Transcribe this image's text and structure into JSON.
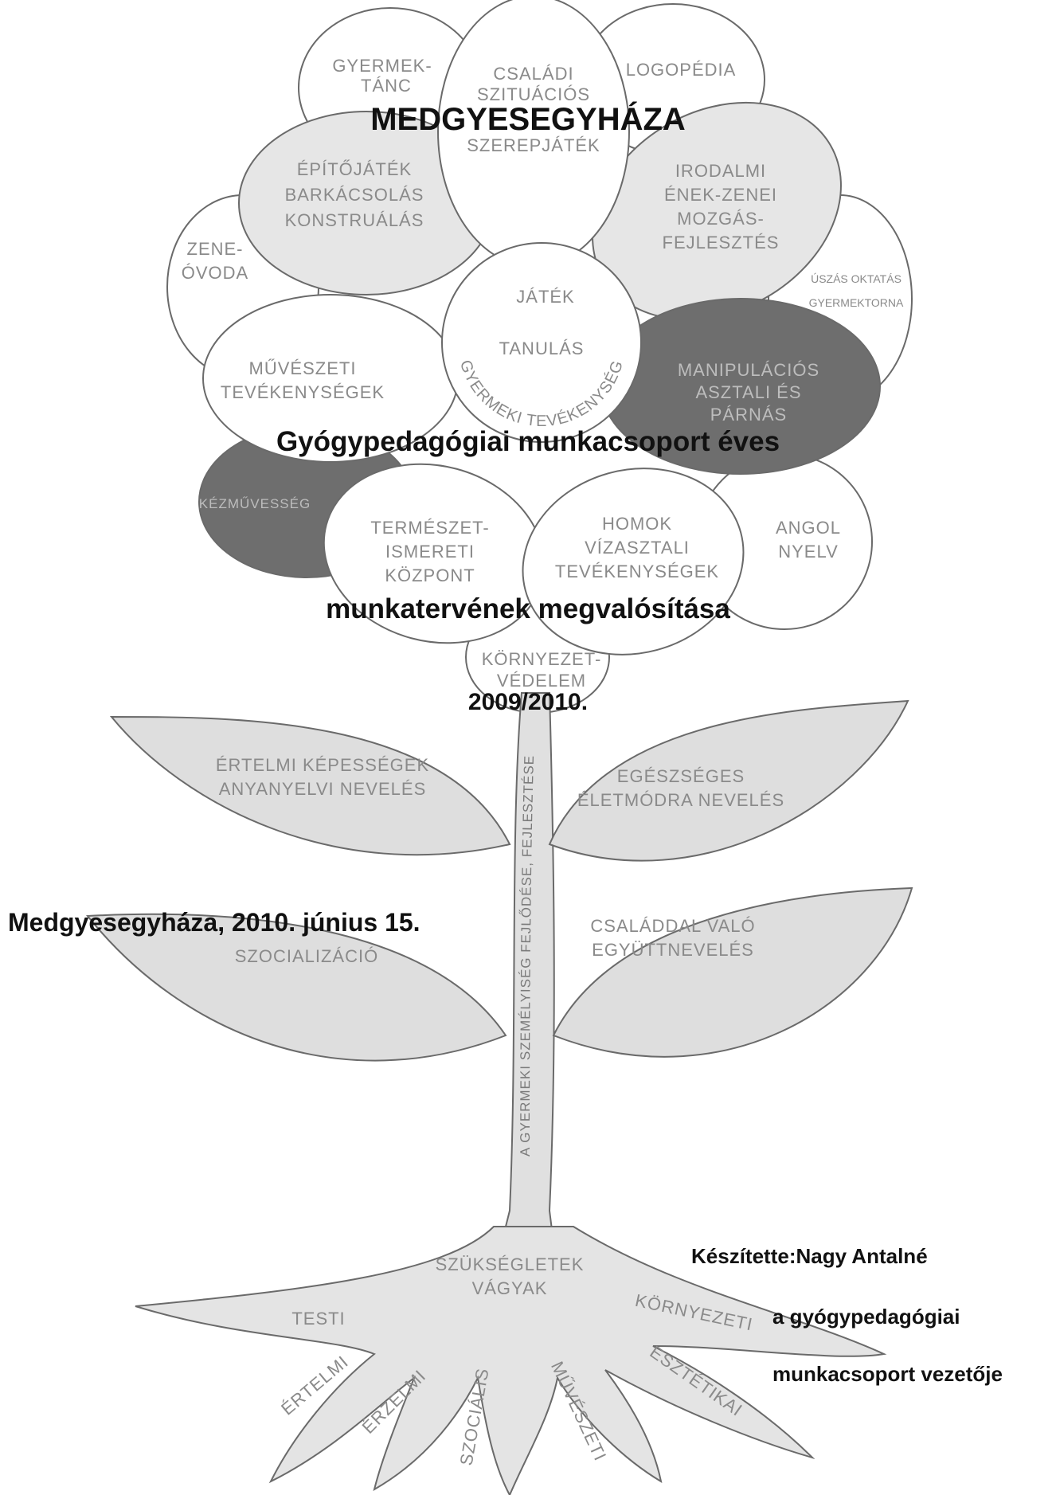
{
  "document": {
    "title": "MEDGYESEGYHÁZA",
    "subtitle_line1": "Gyógypedagógiai munkacsoport éves",
    "subtitle_line2": "munkatervének megvalósítása",
    "year": "2009/2010.",
    "place_date": "Medgyesegyháza, 2010. június 15.",
    "author": "Készítette:Nagy Antalné",
    "role_line1": "a gyógypedagógiai",
    "role_line2": "munkacsoport vezetője"
  },
  "flower": {
    "center": {
      "line1": "JÁTÉK",
      "line2": "TANULÁS",
      "arc": "GYERMEKI TEVÉKENYSÉG"
    },
    "petals": {
      "gyermektanc": [
        "GYERMEK-",
        "TÁNC"
      ],
      "csaladi": [
        "CSALÁDI",
        "SZITUÁCIÓS",
        "",
        "SZEREPJÁTÉK"
      ],
      "logopedia": [
        "LOGOPÉDIA"
      ],
      "epitojatek": [
        "ÉPÍTŐJÁTÉK",
        "BARKÁCSOLÁS",
        "KONSTRUÁLÁS"
      ],
      "irodalmi": [
        "IRODALMI",
        "ÉNEK-ZENEI",
        "MOZGÁS-",
        "FEJLESZTÉS"
      ],
      "zeneovoda": [
        "ZENE-",
        "ÓVODA"
      ],
      "uszas": [
        "ÚSZÁS OKTATÁS",
        "GYERMEKTORNA"
      ],
      "muveszeti": [
        "MŰVÉSZETI",
        "TEVÉKENYSÉGEK"
      ],
      "manipulacios": [
        "MANIPULÁCIÓS",
        "ASZTALI ÉS",
        "PÁRNÁS"
      ],
      "kezmuvesseg": [
        "KÉZMŰVESSÉG"
      ],
      "termeszet": [
        "TERMÉSZET-",
        "ISMERETI",
        "KÖZPONT"
      ],
      "homok": [
        "HOMOK",
        "VÍZASZTALI",
        "TEVÉKENYSÉGEK"
      ],
      "angol": [
        "ANGOL",
        "NYELV"
      ],
      "kornyezet": [
        "KÖRNYEZET-",
        "VÉDELEM"
      ]
    },
    "stem_text": "A GYERMEKI SZEMÉLYISÉG FEJLŐDÉSE, FEJLESZTÉSE",
    "leaves": {
      "ertelmi": [
        "ÉRTELMI KÉPESSÉGEK",
        "ANYANYELVI NEVELÉS"
      ],
      "egeszseges": [
        "EGÉSZSÉGES",
        "ÉLETMÓDRA NEVELÉS"
      ],
      "szocializacio": [
        "SZOCIALIZÁCIÓ"
      ],
      "csaladdal": [
        "CSALÁDDAL VALÓ",
        "EGYÜTTNEVELÉS"
      ]
    },
    "roots": {
      "center": [
        "SZÜKSÉGLETEK",
        "VÁGYAK"
      ],
      "testi": "TESTI",
      "kornyezeti": "KÖRNYEZETI",
      "ertelmi": "ÉRTELMI",
      "erzelmi": "ÉRZELMI",
      "szocialis": "SZOCIÁLIS",
      "muveszeti": "MŰVÉSZETI",
      "esztetikai": "ESZTÉTIKAI"
    }
  },
  "colors": {
    "petal_light": "#ffffff",
    "petal_gray": "#e6e6e6",
    "petal_dark": "#6e6e6e",
    "leaf": "#dedede",
    "outline": "#6a6a6a",
    "petal_text": "#8a8a8a",
    "overlay_text": "#111111"
  }
}
